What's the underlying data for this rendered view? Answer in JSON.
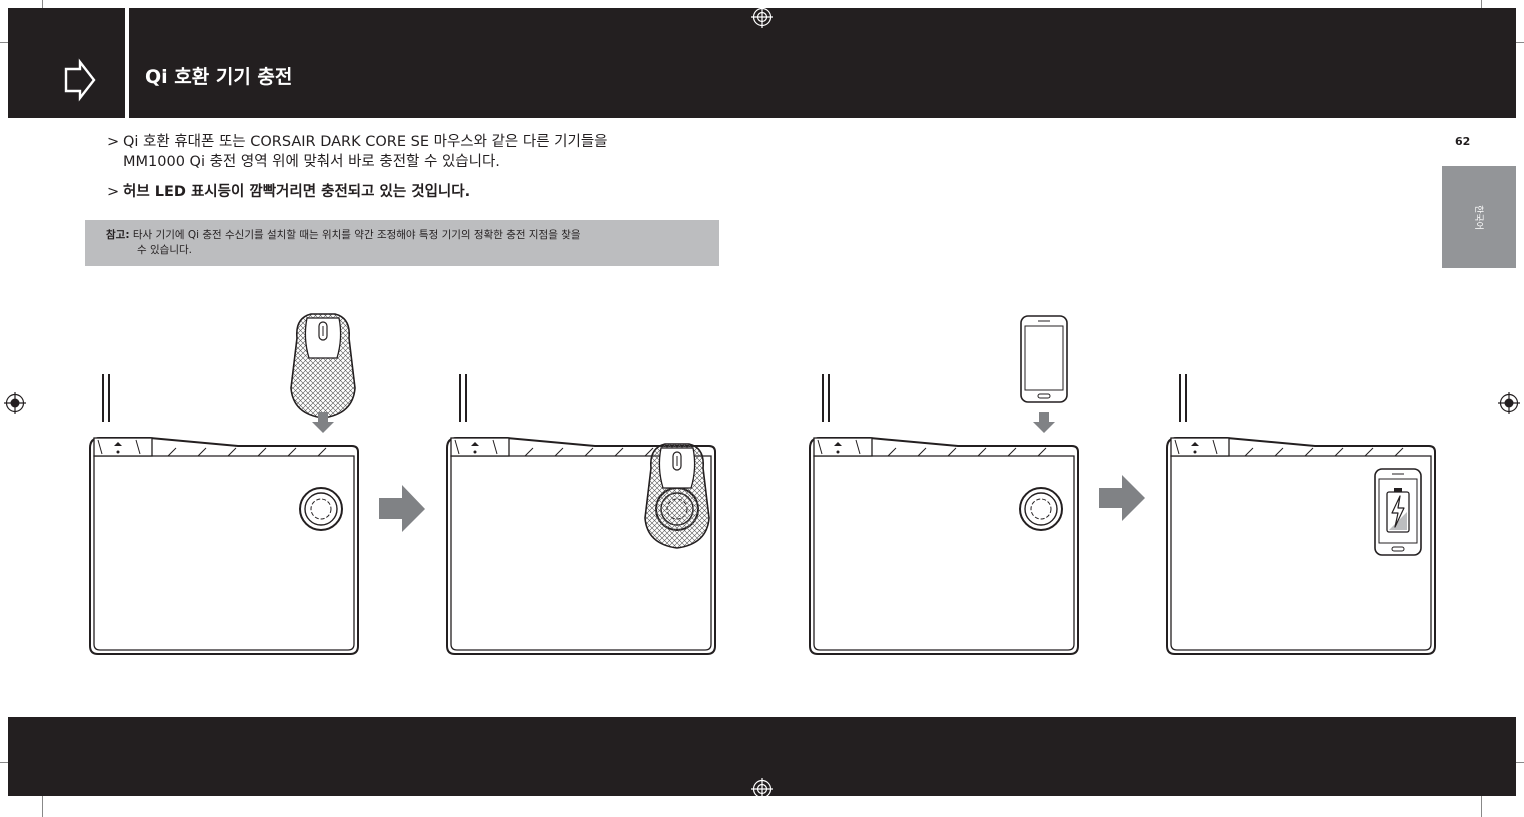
{
  "header": {
    "title": "Qi 호환 기기 충전",
    "icon": "arrow-right-outline-icon"
  },
  "bullets": [
    {
      "marker": ">",
      "lines": [
        "Qi 호환 휴대폰 또는 CORSAIR DARK CORE SE 마우스와 같은 다른 기기들을",
        "MM1000 Qi 충전 영역 위에 맞춰서 바로 충전할 수 있습니다."
      ]
    },
    {
      "marker": ">",
      "lines": [
        "허브 LED 표시등이 깜빡거리면 충전되고 있는 것입니다."
      ]
    }
  ],
  "note": {
    "label": "참고:",
    "line1": "타사 기기에 Qi 충전 수신기를 설치할 때는 위치를 약간 조정해야 특정 기기의 정확한 충전 지점을 찾을",
    "line2": "수 있습니다."
  },
  "page_number": "62",
  "language_tab": "한국어",
  "colors": {
    "header_bg": "#231f20",
    "note_bg": "#bcbdbf",
    "tab_bg": "#939598",
    "arrow_gray": "#808285"
  },
  "illustrations": [
    "mousepad-with-mouse-above",
    "mousepad-with-mouse-charging",
    "mousepad-with-phone-above",
    "mousepad-with-phone-charging"
  ]
}
